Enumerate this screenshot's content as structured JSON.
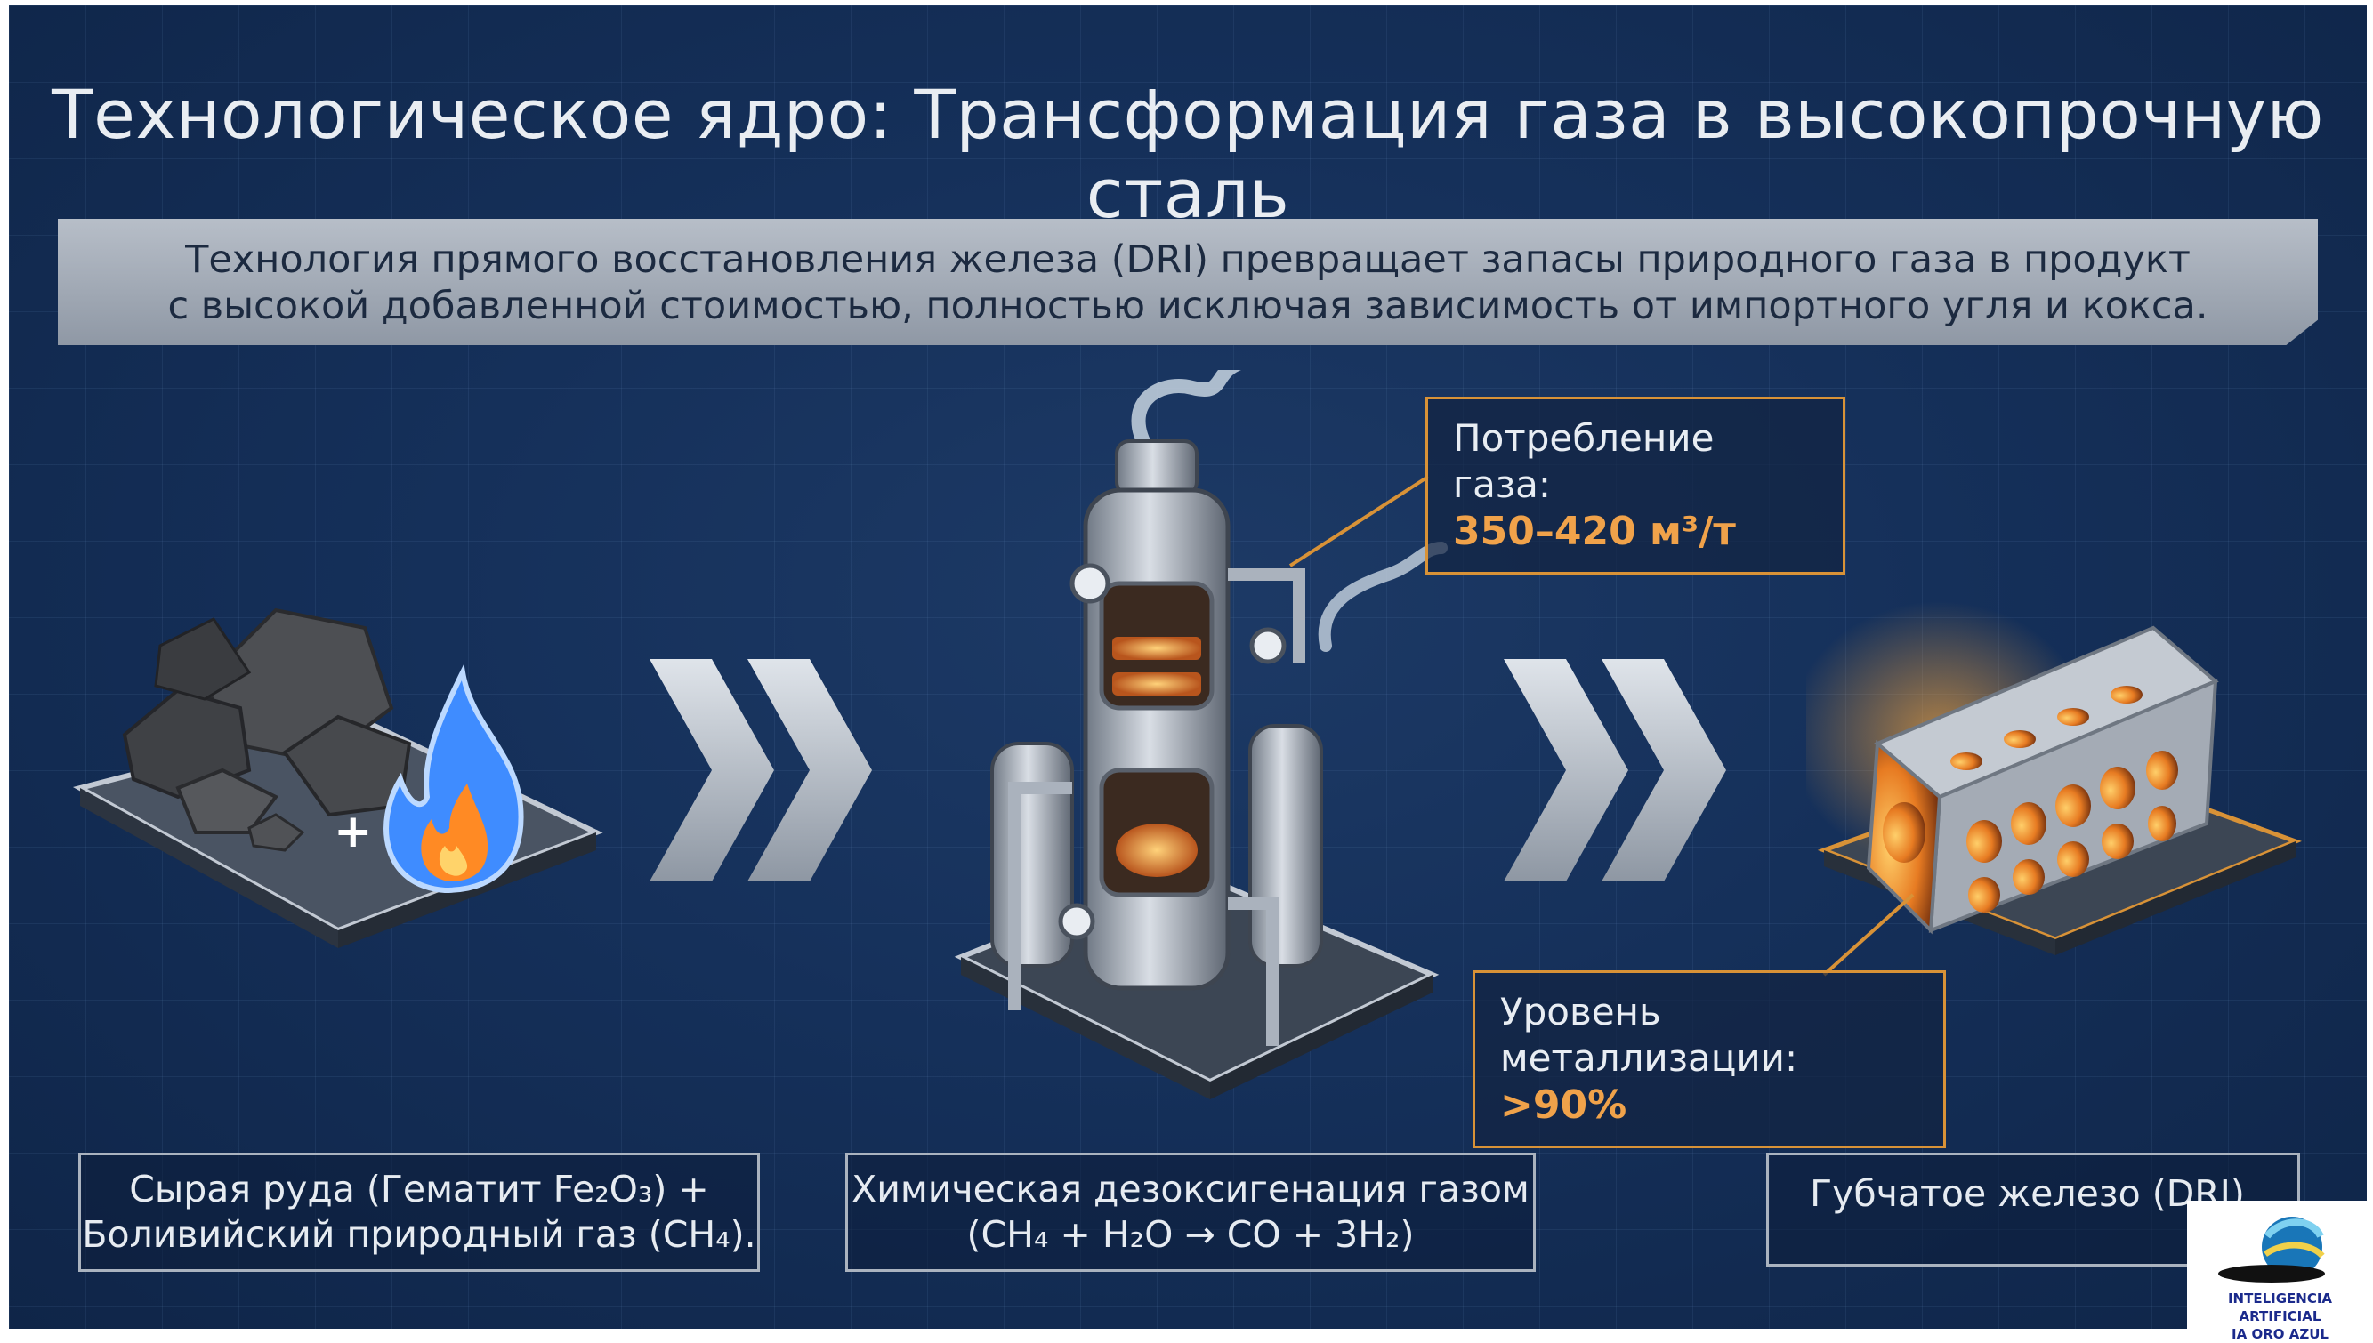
{
  "title": "Технологическое ядро: Трансформация газа в высокопрочную сталь",
  "subtitle": {
    "line1": "Технология прямого восстановления железа (DRI) превращает запасы природного газа в продукт",
    "line2": "с высокой добавленной стоимостью, полностью исключая зависимость от импортного угля и кокса."
  },
  "stages": [
    {
      "label_line1": "Сырая руда (Гематит Fe₂O₃) +",
      "label_line2": "Боливийский природный газ (CH₄)."
    },
    {
      "label_line1": "Химическая дезоксигенация газом",
      "label_line2": "(CH₄ + H₂O → CO + 3H₂)"
    },
    {
      "label_line1": "Губчатое железо (DRI)."
    }
  ],
  "plus_sign": "+",
  "callouts": {
    "gas": {
      "key": "Потребление газа:",
      "value": "350–420 м³/т"
    },
    "metal": {
      "key": "Уровень металлизации:",
      "value": ">90%"
    }
  },
  "logo": {
    "line1": "INTELIGENCIA ARTIFICIAL",
    "line2": "IA ORO AZUL"
  },
  "colors": {
    "background": "#15305a",
    "accent_orange": "#d89237",
    "flame_blue": "#3f8cff"
  }
}
